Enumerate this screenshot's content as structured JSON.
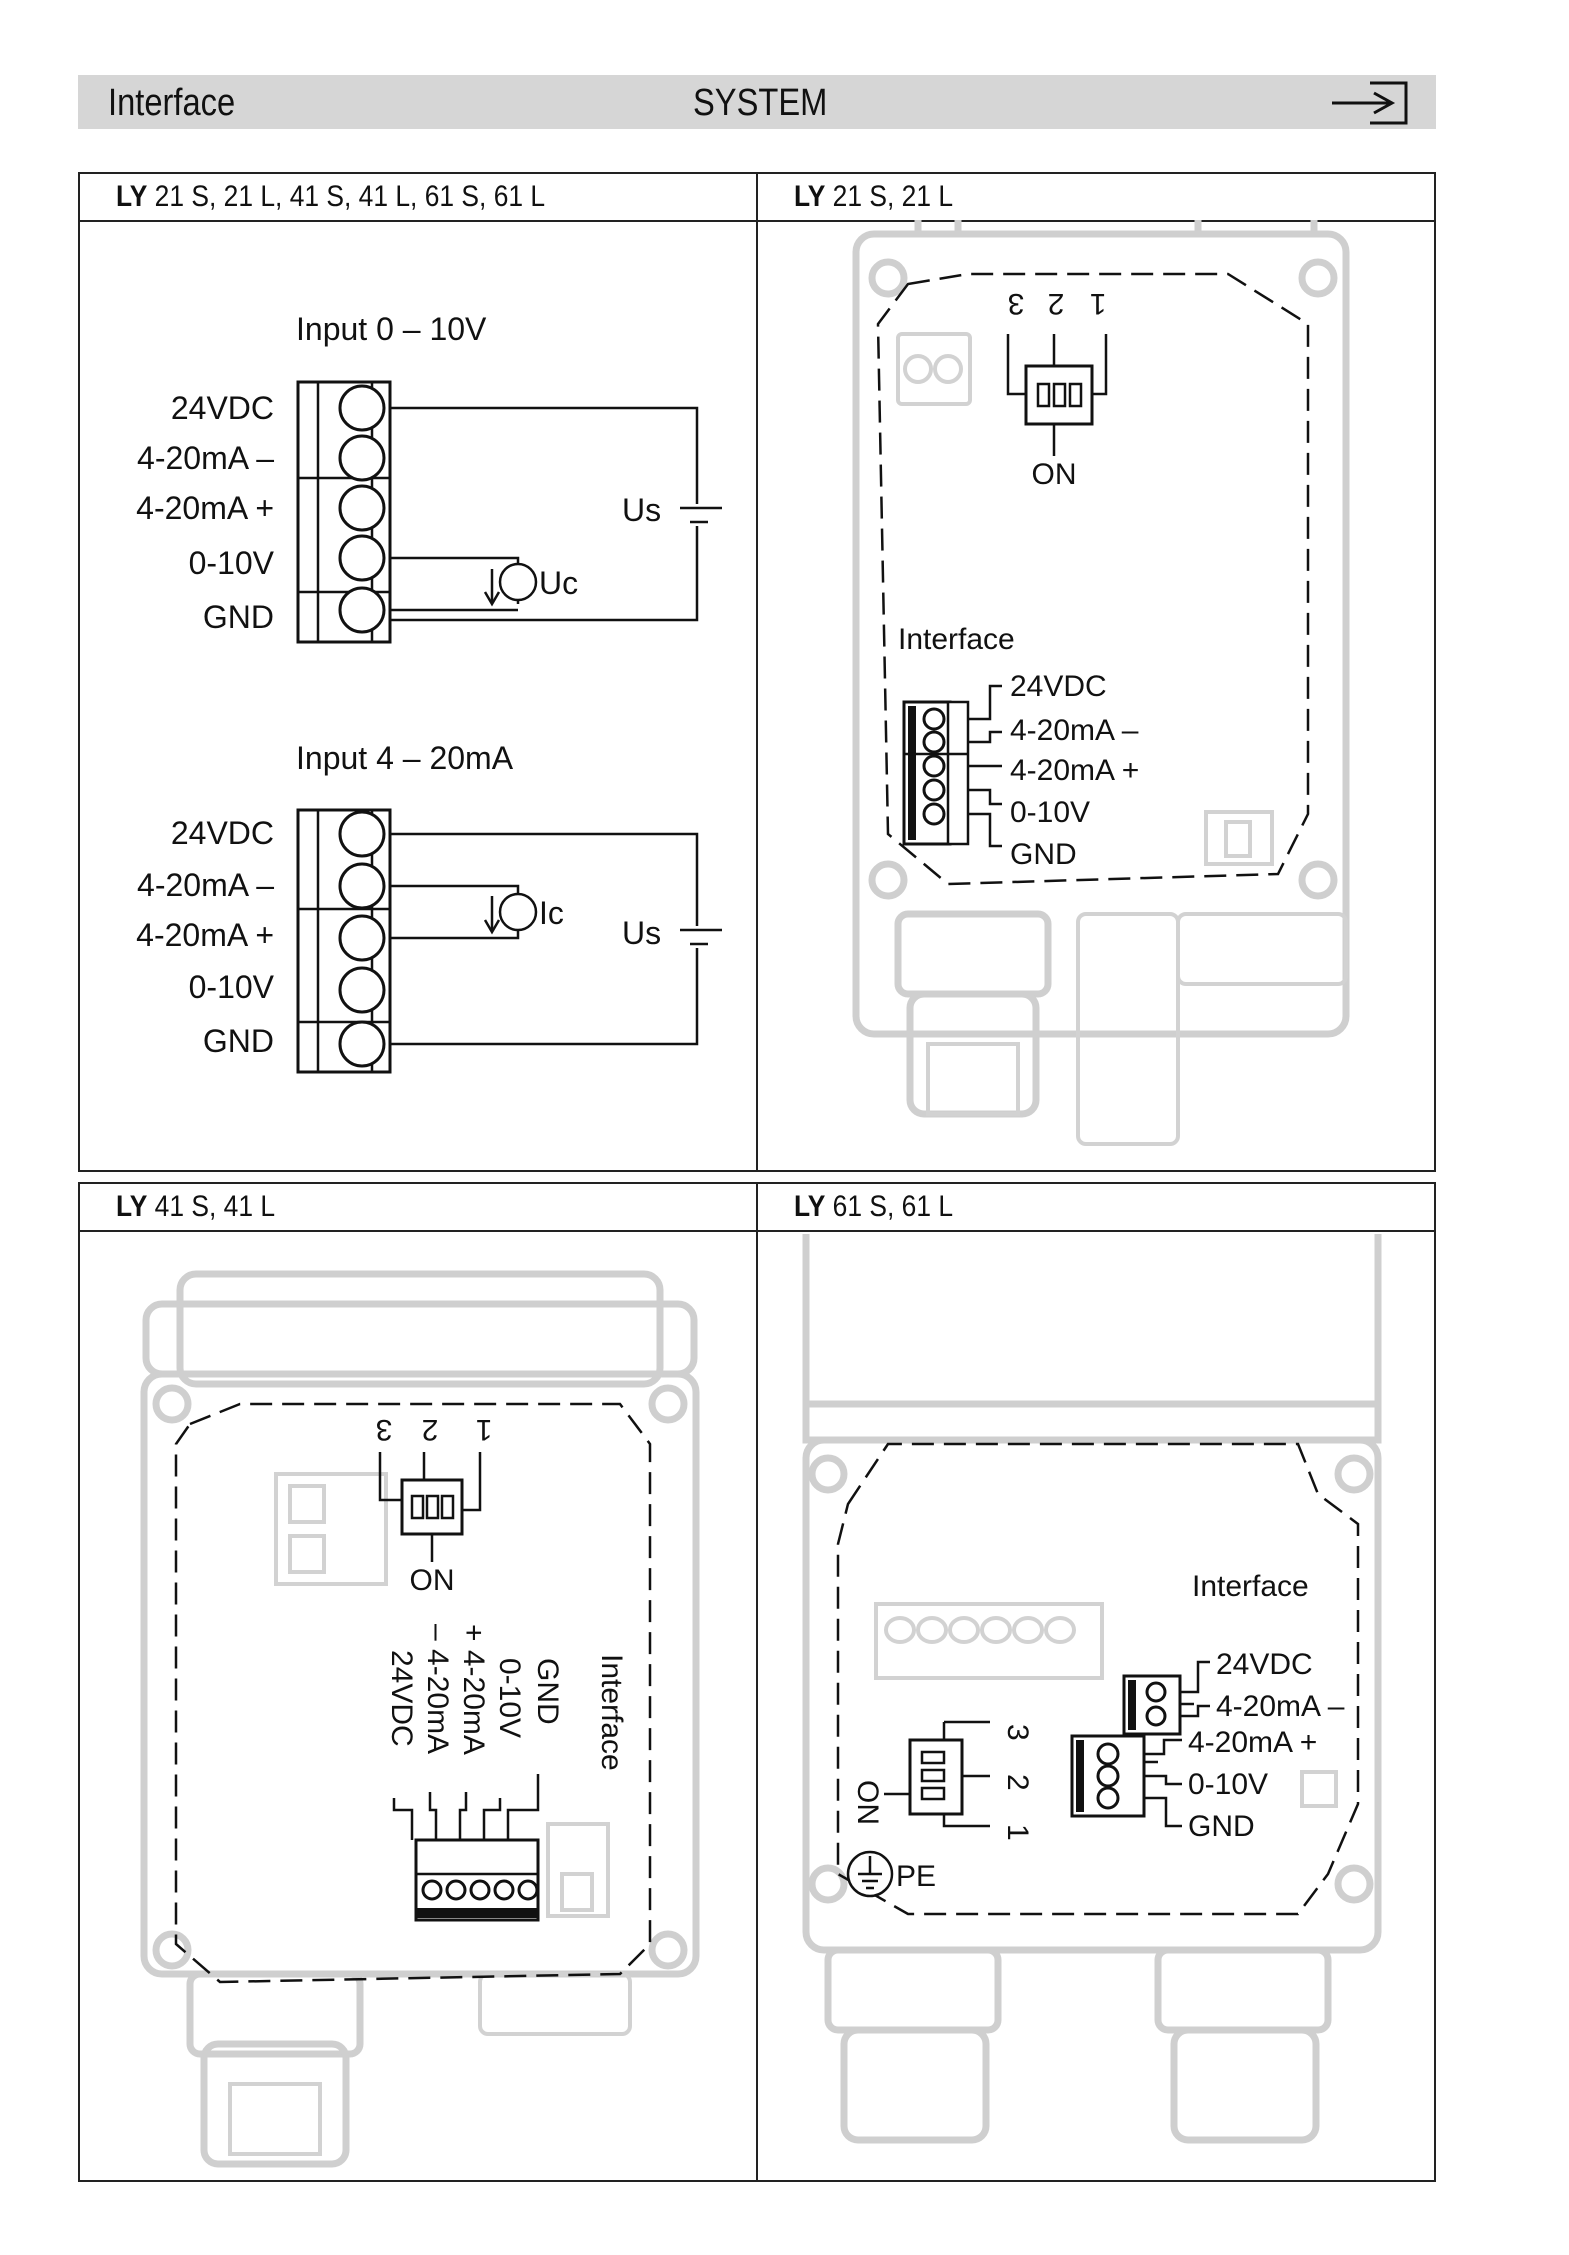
{
  "header": {
    "left_label": "Interface",
    "center_label": "SYSTEM",
    "icon": "arrow-into-box-icon"
  },
  "panels": {
    "p1": {
      "title_prefix": "LY",
      "title_models": "21 S, 21 L, 41 S, 41 L, 61 S, 61 L",
      "diagram_a": {
        "title": "Input 0 – 10V",
        "terminals": [
          "24VDC",
          "4-20mA –",
          "4-20mA +",
          "0-10V",
          "GND"
        ],
        "supply_label": "Us",
        "meter_label": "Uc"
      },
      "diagram_b": {
        "title": "Input 4 – 20mA",
        "terminals": [
          "24VDC",
          "4-20mA –",
          "4-20mA +",
          "0-10V",
          "GND"
        ],
        "supply_label": "Us",
        "meter_label": "Ic"
      }
    },
    "p2": {
      "title_prefix": "LY",
      "title_models": "21 S, 21 L",
      "switch_numbers": [
        "3",
        "2",
        "1"
      ],
      "switch_on": "ON",
      "interface_label": "Interface",
      "terminals": [
        "24VDC",
        "4-20mA –",
        "4-20mA +",
        "0-10V",
        "GND"
      ]
    },
    "p3": {
      "title_prefix": "LY",
      "title_models": "41 S, 41 L",
      "switch_numbers": [
        "3",
        "2",
        "1"
      ],
      "switch_on": "ON",
      "interface_label": "Interface",
      "terminals": [
        "GND",
        "0-10V",
        "+ 4-20mA",
        "– 4-20mA",
        "24VDC"
      ]
    },
    "p4": {
      "title_prefix": "LY",
      "title_models": "61 S, 61 L",
      "interface_label": "Interface",
      "terminals": [
        "24VDC",
        "4-20mA –",
        "4-20mA +",
        "0-10V",
        "GND"
      ],
      "switch_numbers": [
        "3",
        "2",
        "1"
      ],
      "switch_on": "ON",
      "pe_label": "PE"
    }
  }
}
